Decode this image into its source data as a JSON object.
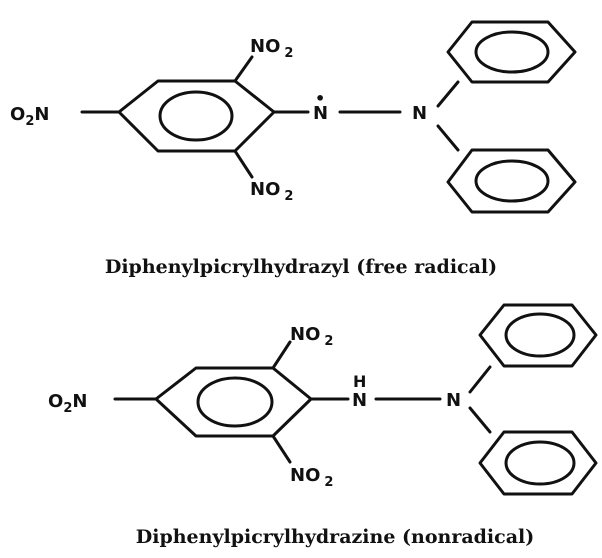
{
  "molecules": [
    {
      "caption": "Diphenylpicrylhydrazyl (free radical)",
      "no2_top": {
        "main": "NO",
        "sub": "2"
      },
      "no2_bottom": {
        "main": "NO",
        "sub": "2"
      },
      "o2n_left": {
        "pre": "O",
        "sub": "2",
        "post": "N"
      },
      "n_radical": "N",
      "radical_dot": "•",
      "n_amine": "N"
    },
    {
      "caption": "Diphenylpicrylhydrazine (nonradical)",
      "no2_top": {
        "main": "NO",
        "sub": "2"
      },
      "no2_bottom": {
        "main": "NO",
        "sub": "2"
      },
      "o2n_left": {
        "pre": "O",
        "sub": "2",
        "post": "N"
      },
      "h_label": "H",
      "n_hydrazine": "N",
      "n_amine": "N"
    }
  ]
}
